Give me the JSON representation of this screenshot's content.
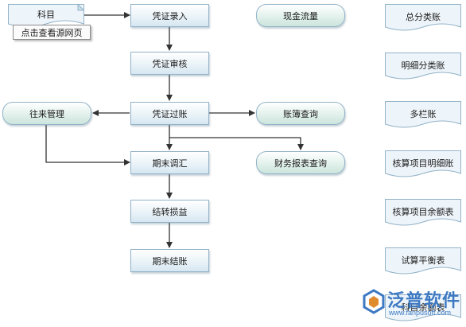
{
  "nodes": {
    "subject": "科目",
    "voucher_entry": "凭证录入",
    "voucher_audit": "凭证审核",
    "voucher_posting": "凭证过账",
    "period_adjust": "期末调汇",
    "transfer_pl": "结转损益",
    "period_close": "期末结账",
    "ar_ap": "往来管理",
    "cash_flow": "现金流量",
    "ledger_query": "账簿查询",
    "report_query": "财务报表查询"
  },
  "tooltip": "点击查看源网页",
  "reports": [
    "总分类账",
    "明细分类账",
    "多栏账",
    "核算项目明细账",
    "核算项目余额表",
    "试算平衡表",
    "科目余额表"
  ],
  "watermark": {
    "name": "泛普软件",
    "url": "www.fanpusoft.com"
  },
  "colors": {
    "box_border": "#93b3c8",
    "arrow": "#333333",
    "brand": "#3d79c2"
  }
}
